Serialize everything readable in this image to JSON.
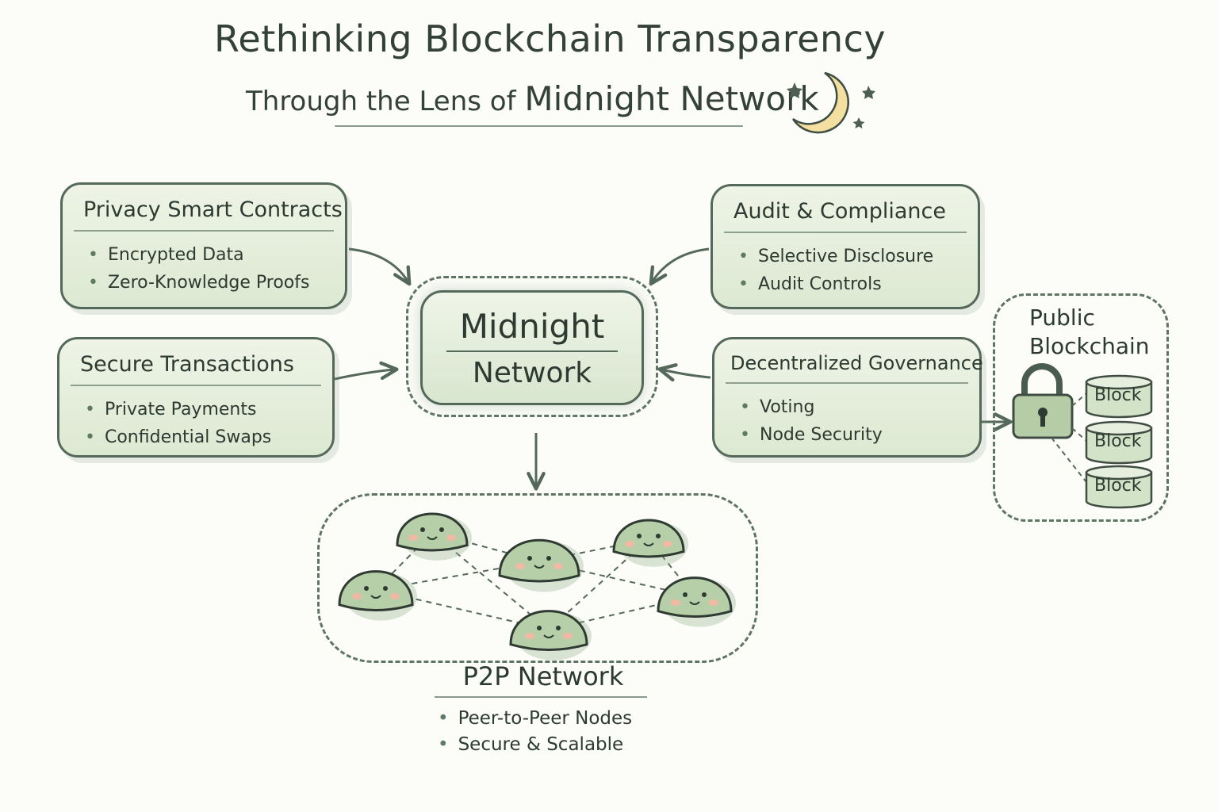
{
  "title": {
    "line1": "Rethinking Blockchain Transparency",
    "line2_prefix": "Through the Lens of",
    "line2_emphasis": "Midnight Network"
  },
  "center": {
    "line1": "Midnight",
    "line2": "Network"
  },
  "boxes": {
    "privacy": {
      "title": "Privacy Smart Contracts",
      "items": [
        "Encrypted Data",
        "Zero-Knowledge Proofs"
      ]
    },
    "secure": {
      "title": "Secure Transactions",
      "items": [
        "Private Payments",
        "Confidential Swaps"
      ]
    },
    "audit": {
      "title": "Audit & Compliance",
      "items": [
        "Selective Disclosure",
        "Audit Controls"
      ]
    },
    "governance": {
      "title": "Decentralized Governance",
      "items": [
        "Voting",
        "Node Security"
      ]
    }
  },
  "p2p": {
    "title": "P2P Network",
    "items": [
      "Peer-to-Peer Nodes",
      "Secure & Scalable"
    ]
  },
  "public_chain": {
    "title_line1": "Public",
    "title_line2": "Blockchain",
    "blocks": [
      "Block",
      "Block",
      "Block"
    ]
  },
  "icons": [
    "moon-icon",
    "star-icon",
    "lock-icon",
    "node-blob-icon",
    "block-cylinder-icon"
  ],
  "colors": {
    "box_fill": "#dce9d2",
    "stroke": "#55695a",
    "node_fill": "#b7cfa8",
    "moon": "#f3dfa0"
  }
}
